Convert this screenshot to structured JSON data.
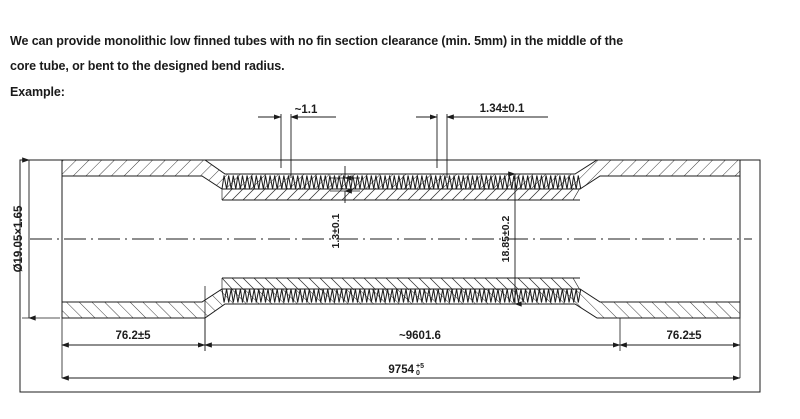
{
  "intro": {
    "line1": "We can provide monolithic low finned tubes with no fin section clearance (min. 5mm) in the middle of the",
    "line2": "core tube, or bent to the designed bend radius.",
    "line3": "Example:"
  },
  "drawing": {
    "title": "low-finned-tube-cross-section",
    "dimensions": {
      "fin_pitch": "~1.1",
      "fin_thickness": "1.34±0.1",
      "tube_spec": "Ø19.05×1.65",
      "fin_height": "1.3±0.1",
      "fin_outer_diameter": "18.85±0.2",
      "left_plain_end": "76.2±5",
      "finned_length": "~9601.6",
      "right_plain_end": "76.2±5",
      "total_length": "9754",
      "total_length_tol_upper": "+5",
      "total_length_tol_lower": "0"
    },
    "colors": {
      "line": "#1c1c1c",
      "hatch": "#2b2b2b",
      "background": "#ffffff"
    }
  }
}
